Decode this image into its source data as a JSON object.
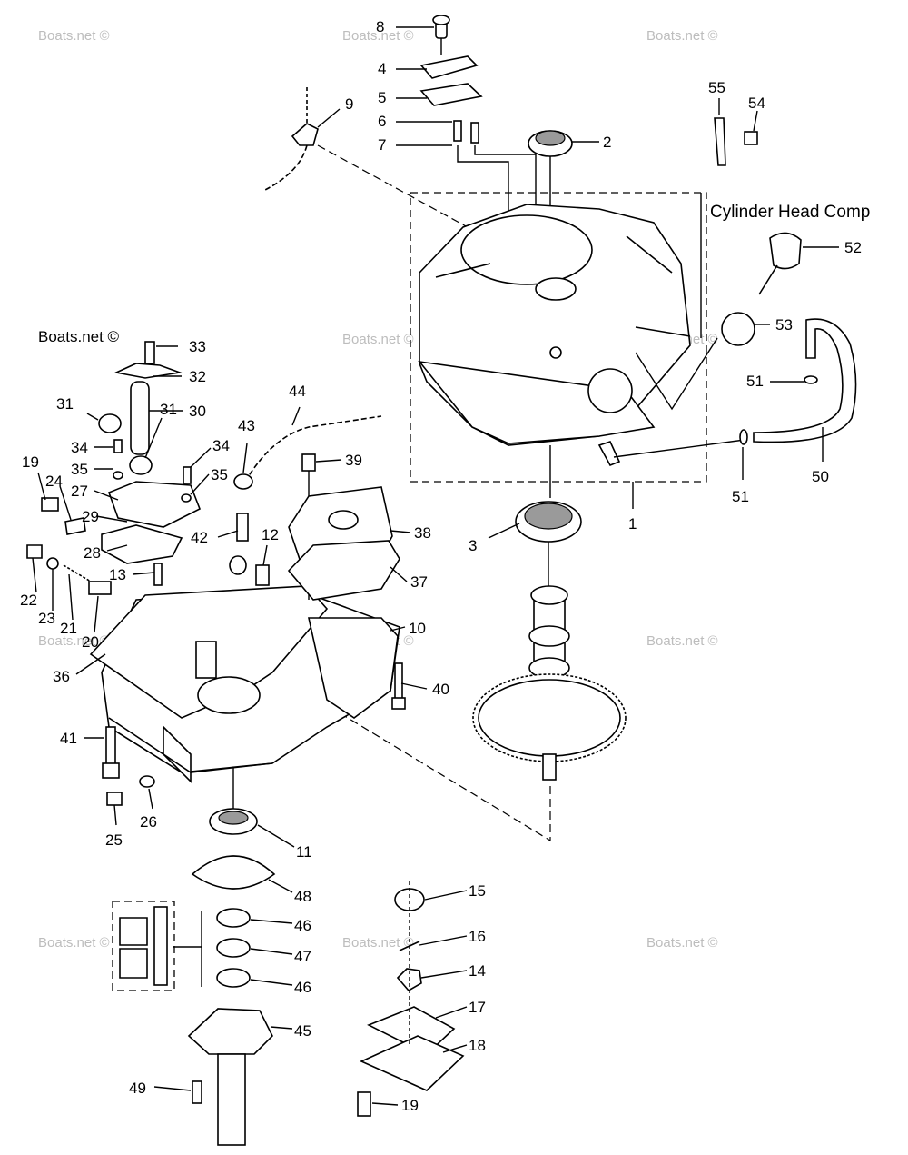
{
  "section_title": "Cylinder Head Comp",
  "brand_label": "Boats.net ©",
  "watermark_text": "Boats.net ©",
  "callouts": {
    "c1": "1",
    "c2": "2",
    "c3": "3",
    "c4": "4",
    "c5": "5",
    "c6": "6",
    "c7": "7",
    "c8": "8",
    "c9": "9",
    "c10": "10",
    "c11": "11",
    "c12": "12",
    "c13": "13",
    "c14": "14",
    "c15": "15",
    "c16": "16",
    "c17": "17",
    "c18": "18",
    "c19a": "19",
    "c19b": "19",
    "c20": "20",
    "c21": "21",
    "c22": "22",
    "c23": "23",
    "c24": "24",
    "c25": "25",
    "c26": "26",
    "c27": "27",
    "c28": "28",
    "c29": "29",
    "c30": "30",
    "c31a": "31",
    "c31b": "31",
    "c32": "32",
    "c33": "33",
    "c34a": "34",
    "c34b": "34",
    "c35a": "35",
    "c35b": "35",
    "c36": "36",
    "c37": "37",
    "c38": "38",
    "c39": "39",
    "c40": "40",
    "c41": "41",
    "c42": "42",
    "c43": "43",
    "c44": "44",
    "c45": "45",
    "c46a": "46",
    "c46b": "46",
    "c47": "47",
    "c48": "48",
    "c49": "49",
    "c50": "50",
    "c51a": "51",
    "c51b": "51",
    "c52": "52",
    "c53": "53",
    "c54": "54",
    "c55": "55"
  }
}
